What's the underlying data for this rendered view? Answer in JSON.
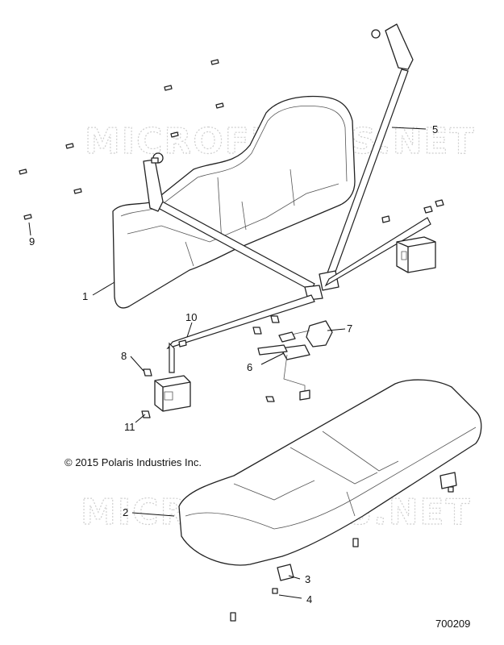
{
  "watermark_text": "MICROFICHES.NET",
  "copyright": "© 2015 Polaris Industries Inc.",
  "diagram_id": "700209",
  "callouts": {
    "c1": "1",
    "c2": "2",
    "c3": "3",
    "c4": "4",
    "c5": "5",
    "c6": "6",
    "c7": "7",
    "c8": "8",
    "c9": "9",
    "c10": "10",
    "c11": "11"
  }
}
